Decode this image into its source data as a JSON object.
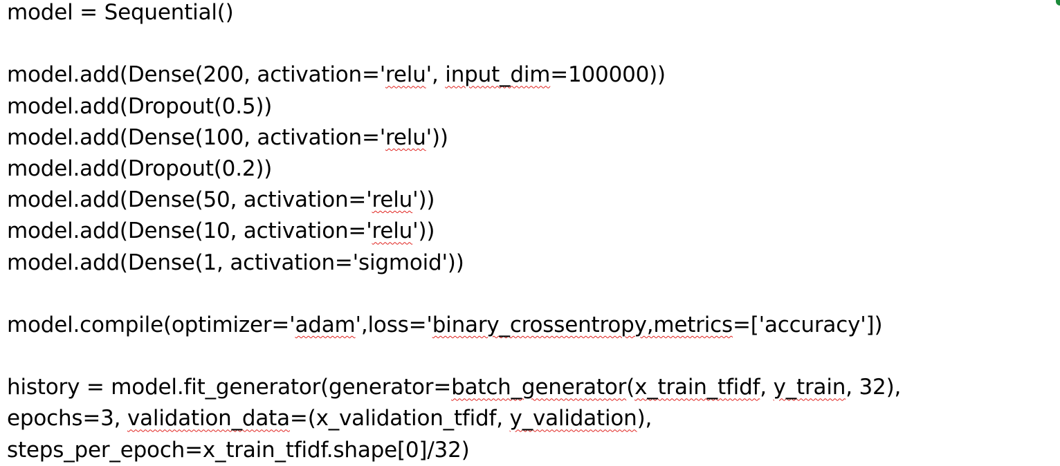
{
  "document": {
    "lines": [
      {
        "segments": [
          {
            "text": "model = Sequential()"
          }
        ]
      },
      {
        "blank": true
      },
      {
        "segments": [
          {
            "text": "model.add(Dense(200, activation='"
          },
          {
            "text": "relu",
            "spell": true
          },
          {
            "text": "', "
          },
          {
            "text": "input_dim",
            "spell": true
          },
          {
            "text": "=100000))"
          }
        ]
      },
      {
        "segments": [
          {
            "text": "model.add(Dropout(0.5))"
          }
        ]
      },
      {
        "segments": [
          {
            "text": "model.add(Dense(100, activation='"
          },
          {
            "text": "relu",
            "spell": true
          },
          {
            "text": "'))"
          }
        ]
      },
      {
        "segments": [
          {
            "text": "model.add(Dropout(0.2))"
          }
        ]
      },
      {
        "segments": [
          {
            "text": "model.add(Dense(50, activation='"
          },
          {
            "text": "relu",
            "spell": true
          },
          {
            "text": "'))"
          }
        ]
      },
      {
        "segments": [
          {
            "text": "model.add(Dense(10, activation='"
          },
          {
            "text": "relu",
            "spell": true
          },
          {
            "text": "'))"
          }
        ]
      },
      {
        "segments": [
          {
            "text": "model.add(Dense(1, activation='sigmoid'))"
          }
        ]
      },
      {
        "blank": true
      },
      {
        "segments": [
          {
            "text": "model.compile(optimizer='"
          },
          {
            "text": "adam",
            "spell": true
          },
          {
            "text": "',loss='"
          },
          {
            "text": "binary_crossentropy,metrics",
            "spell": true
          },
          {
            "text": "=['accuracy'])"
          }
        ]
      },
      {
        "blank": true
      },
      {
        "segments": [
          {
            "text": "history = model.fit_generator(generator="
          },
          {
            "text": "batch_generator",
            "spell": true
          },
          {
            "text": "("
          },
          {
            "text": "x_train_tfidf",
            "spell": true
          },
          {
            "text": ", "
          },
          {
            "text": "y_train",
            "spell": true
          },
          {
            "text": ", 32),"
          }
        ]
      },
      {
        "segments": [
          {
            "text": "epochs=3, "
          },
          {
            "text": "validation_data",
            "spell": true
          },
          {
            "text": "=(x_validation_tfidf, "
          },
          {
            "text": "y_validation",
            "spell": true
          },
          {
            "text": "),"
          }
        ]
      },
      {
        "segments": [
          {
            "text": "steps_per_epoch=x_train_tfidf.shape[0]/32)"
          }
        ]
      }
    ]
  },
  "colors": {
    "text": "#000000",
    "spellcheck_underline": "#e0201c",
    "background": "#ffffff",
    "corner_mark": "#1b8a3a"
  }
}
